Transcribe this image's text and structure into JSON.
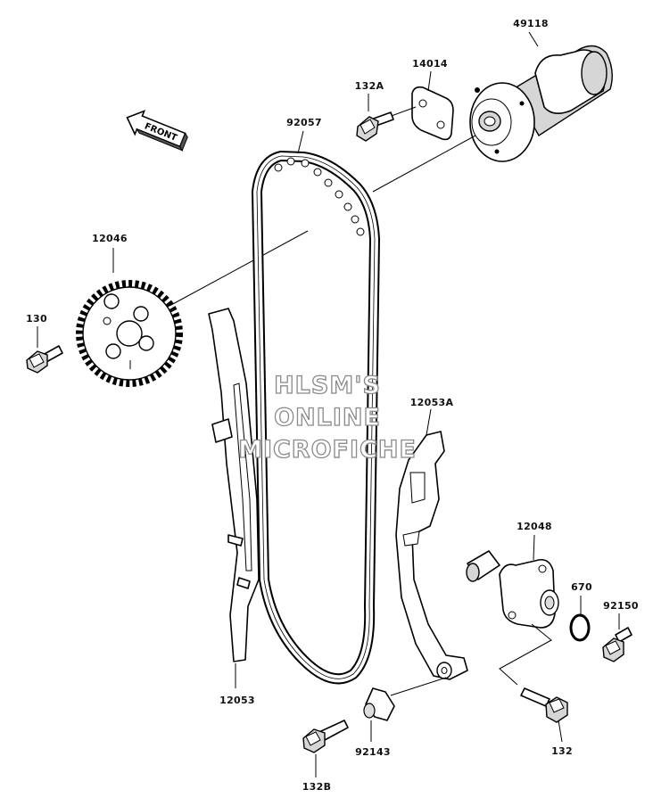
{
  "parts": {
    "p49118": "49118",
    "p14014": "14014",
    "p132A": "132A",
    "p92057": "92057",
    "p12046": "12046",
    "p130": "130",
    "p12053A": "12053A",
    "p12048": "12048",
    "p670": "670",
    "p92150": "92150",
    "p12053": "12053",
    "p92143": "92143",
    "p132": "132",
    "p132B": "132B"
  },
  "front_arrow_label": "FRONT",
  "watermark": {
    "line1": "HLSM'S",
    "line2": "ONLINE",
    "line3": "MICROFICHE"
  }
}
